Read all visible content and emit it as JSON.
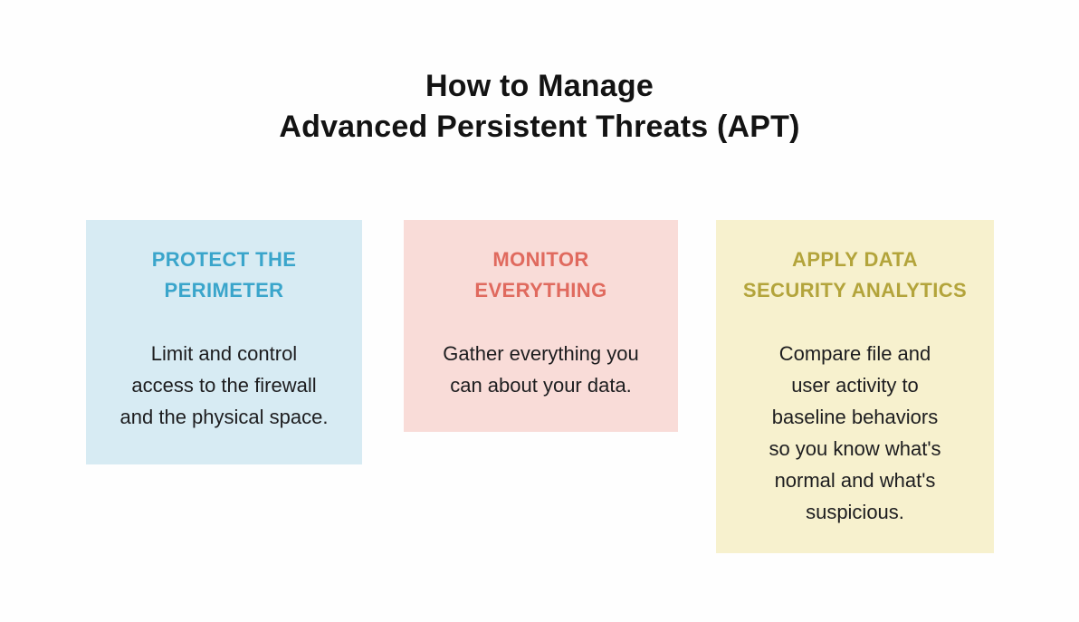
{
  "page_background": "#fefefe",
  "body_text_color": "#1d1d1f",
  "title": {
    "text": "How to Manage Advanced Persistent Threats (APT)",
    "lines": [
      "How to Manage",
      "Advanced Persistent Threats (APT)"
    ],
    "color": "#131313"
  },
  "cards": [
    {
      "title": "PROTECT THE PERIMETER",
      "title_lines": [
        "PROTECT THE",
        "PERIMETER"
      ],
      "body": "Limit and control access to the firewall and the physical space.",
      "body_lines": [
        "Limit and control",
        "access to the firewall",
        "and the physical space."
      ],
      "background_color": "#d7ebf3",
      "title_color": "#3aa5cb"
    },
    {
      "title": "MONITOR EVERYTHING",
      "title_lines": [
        "MONITOR",
        "EVERYTHING"
      ],
      "body": "Gather everything you can about your data.",
      "body_lines": [
        "Gather everything you",
        "can about your data."
      ],
      "background_color": "#f9dcd8",
      "title_color": "#e06a5e"
    },
    {
      "title": "APPLY DATA SECURITY ANALYTICS",
      "title_lines": [
        "APPLY DATA",
        "SECURITY ANALYTICS"
      ],
      "body": "Compare file and user activity to baseline behaviors so you know what's normal and what's suspicious.",
      "body_lines": [
        "Compare file and",
        "user activity to",
        "baseline behaviors",
        "so you know what's",
        "normal and what's",
        "suspicious."
      ],
      "background_color": "#f7f1ce",
      "title_color": "#b3a43b"
    }
  ]
}
